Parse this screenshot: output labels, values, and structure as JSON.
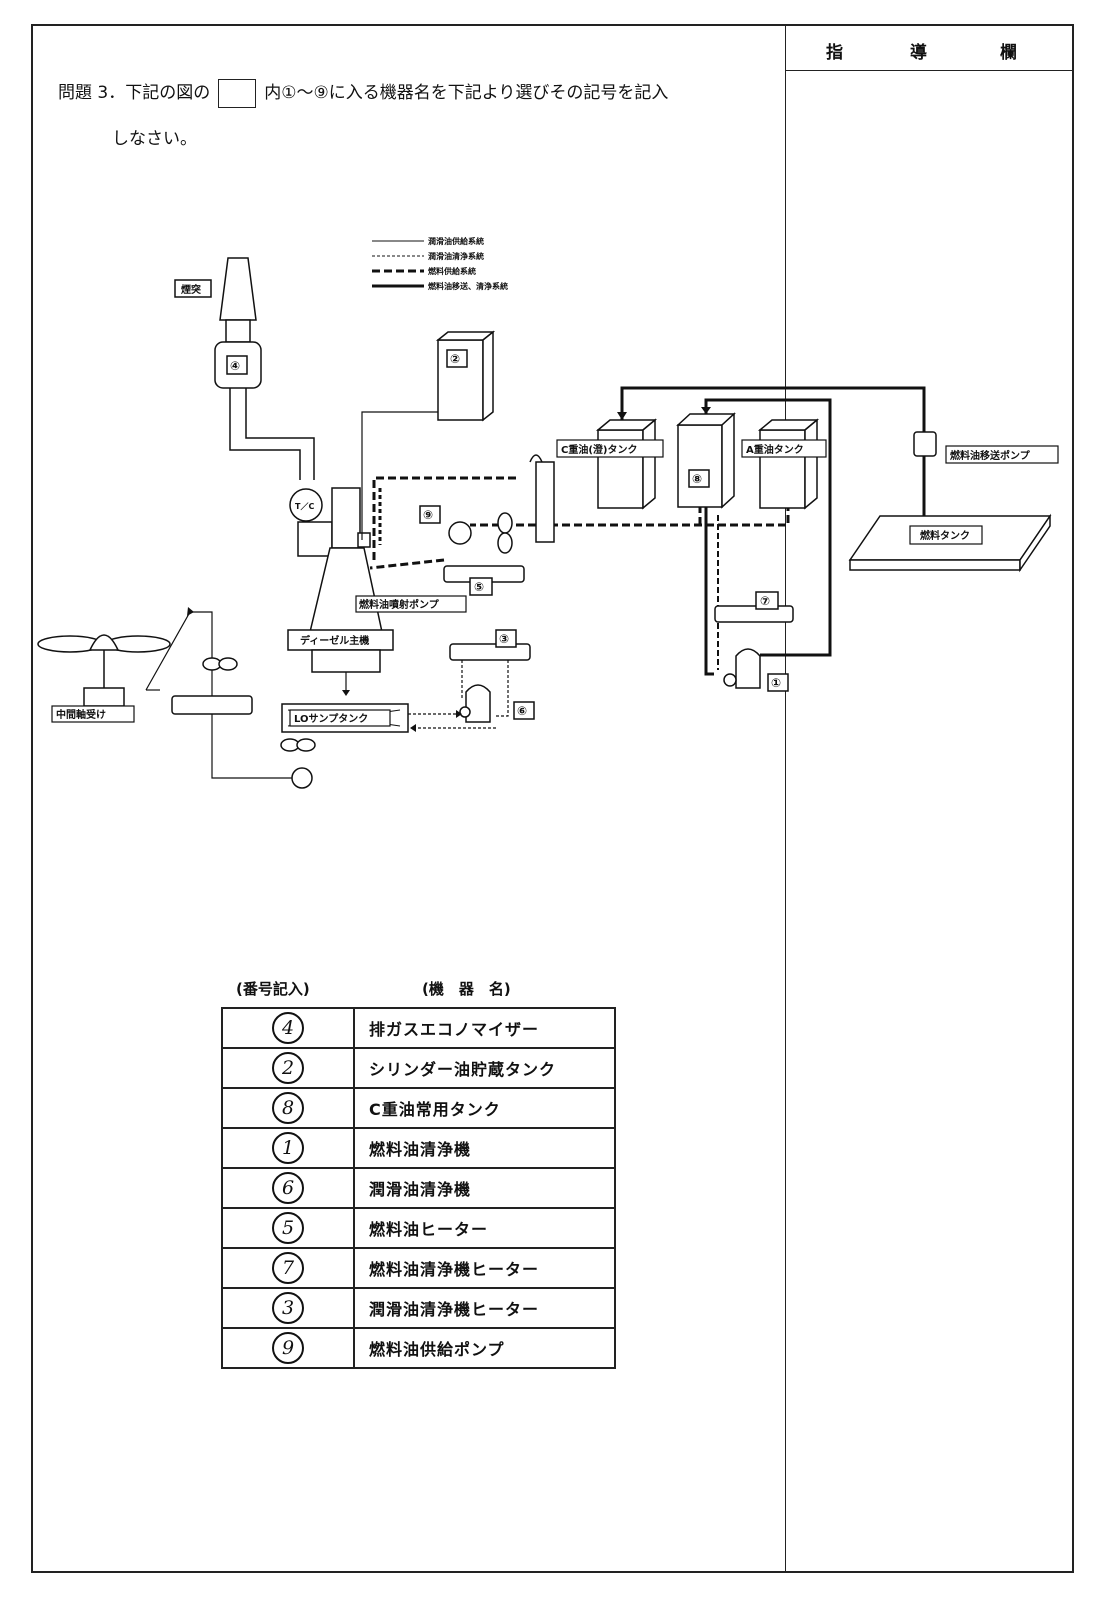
{
  "header": {
    "guide_column": [
      "指",
      "導",
      "欄"
    ]
  },
  "question": {
    "line1_prefix": "問題 3．下記の図の",
    "line1_suffix": "内①～⑨に入る機器名を下記より選びその記号を記入",
    "line2": "しなさい。"
  },
  "diagram": {
    "legend": [
      "潤滑油供給系統",
      "潤滑油清浄系統",
      "燃料供給系統",
      "燃料油移送、清浄系統"
    ],
    "labels": {
      "chimney": "煙突",
      "turbo": "T／C",
      "c_heavy_tank": "C重油(澄)タンク",
      "a_heavy_tank": "A重油タンク",
      "transfer_pump": "燃料油移送ポンプ",
      "fuel_tank": "燃料タンク",
      "injection_pump": "燃料油噴射ポンプ",
      "main_engine": "ディーゼル主機",
      "intermediate_bearing": "中間軸受け",
      "lo_sump": "LOサンプタンク"
    },
    "numbers": [
      "①",
      "②",
      "③",
      "④",
      "⑤",
      "⑥",
      "⑦",
      "⑧",
      "⑨"
    ]
  },
  "answers": {
    "col_number": "(番号記入)",
    "col_name": "(機　器　名)",
    "rows": [
      {
        "number": "4",
        "name": "排ガスエコノマイザー"
      },
      {
        "number": "2",
        "name": "シリンダー油貯蔵タンク"
      },
      {
        "number": "8",
        "name": "C重油常用タンク"
      },
      {
        "number": "1",
        "name": "燃料油清浄機"
      },
      {
        "number": "6",
        "name": "潤滑油清浄機"
      },
      {
        "number": "5",
        "name": "燃料油ヒーター"
      },
      {
        "number": "7",
        "name": "燃料油清浄機ヒーター"
      },
      {
        "number": "3",
        "name": "潤滑油清浄機ヒーター"
      },
      {
        "number": "9",
        "name": "燃料油供給ポンプ"
      }
    ]
  }
}
